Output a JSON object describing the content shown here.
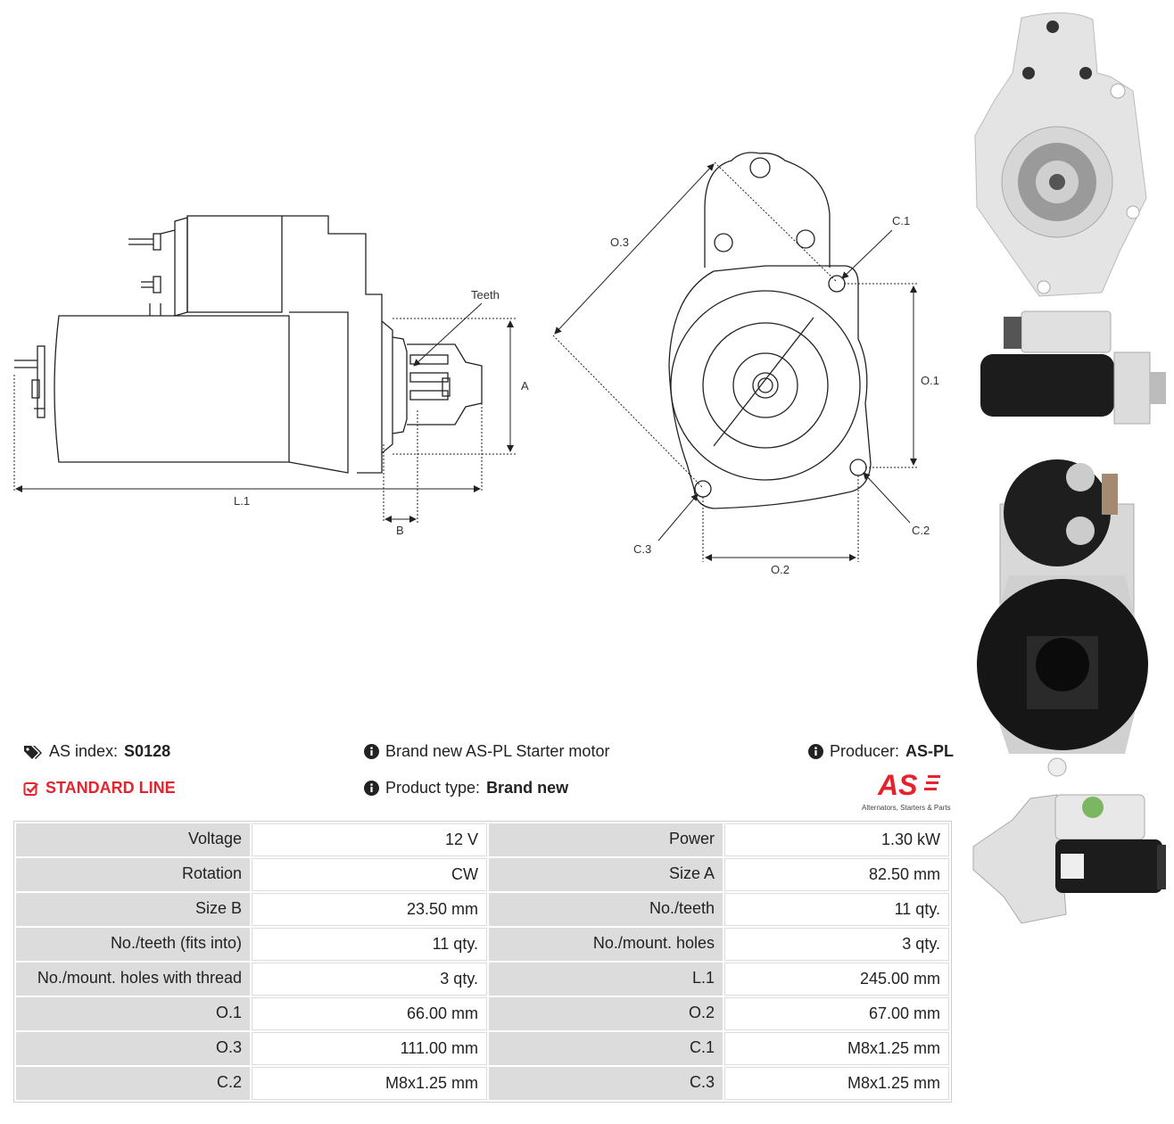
{
  "header": {
    "as_index_label": "AS index:",
    "as_index_value": "S0128",
    "line": "STANDARD LINE",
    "description": "Brand new AS-PL Starter motor",
    "product_type_label": "Product type:",
    "product_type_value": "Brand new",
    "producer_label": "Producer:",
    "producer_value": "AS-PL",
    "logo_text": "AS",
    "logo_subtitle": "Alternators, Starters & Parts"
  },
  "drawing_labels": {
    "teeth": "Teeth",
    "a": "A",
    "b": "B",
    "l1": "L.1",
    "o1": "O.1",
    "o2": "O.2",
    "o3": "O.3",
    "c1": "C.1",
    "c2": "C.2",
    "c3": "C.3"
  },
  "specs": [
    [
      "Voltage",
      "12 V",
      "Power",
      "1.30 kW"
    ],
    [
      "Rotation",
      "CW",
      "Size A",
      "82.50 mm"
    ],
    [
      "Size B",
      "23.50 mm",
      "No./teeth",
      "11 qty."
    ],
    [
      "No./teeth (fits into)",
      "11 qty.",
      "No./mount. holes",
      "3 qty."
    ],
    [
      "No./mount. holes with thread",
      "3 qty.",
      "L.1",
      "245.00 mm"
    ],
    [
      "O.1",
      "66.00 mm",
      "O.2",
      "67.00 mm"
    ],
    [
      "O.3",
      "111.00 mm",
      "C.1",
      "M8x1.25 mm"
    ],
    [
      "C.2",
      "M8x1.25 mm",
      "C.3",
      "M8x1.25 mm"
    ]
  ],
  "colors": {
    "accent_red": "#e4232d",
    "label_bg": "#dcdcdc",
    "line_dark": "#222222"
  },
  "icons": [
    "tags-icon",
    "info-icon",
    "check-square-icon"
  ]
}
